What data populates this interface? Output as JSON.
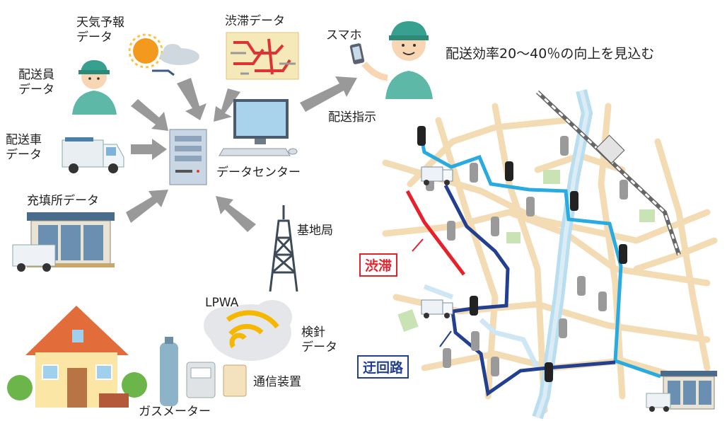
{
  "left": {
    "weather": {
      "line1": "天気予報",
      "line2": "データ"
    },
    "traffic": "渋滞データ",
    "smartphone": "スマホ",
    "driver": {
      "line1": "配送員",
      "line2": "データ"
    },
    "vehicle": {
      "line1": "配送車",
      "line2": "データ"
    },
    "datacenter": "データセンター",
    "filling_station": "充填所データ",
    "instruction": "配送指示",
    "base_station": "基地局",
    "lpwa": "LPWA",
    "meter_reading": {
      "line1": "検針",
      "line2": "データ"
    },
    "comm_device": "通信装置",
    "gas_meter": "ガスメーター"
  },
  "right": {
    "headline": "配送効率20～40％の向上を見込む",
    "congestion": "渋滞",
    "detour": "迂回路"
  },
  "colors": {
    "arrow": "#999999",
    "road": "#f3dcb3",
    "river": "#b9def0",
    "route_light": "#29aae1",
    "route_dark": "#233f8f",
    "congestion": "#e8202a",
    "park": "#c9e3b5"
  }
}
